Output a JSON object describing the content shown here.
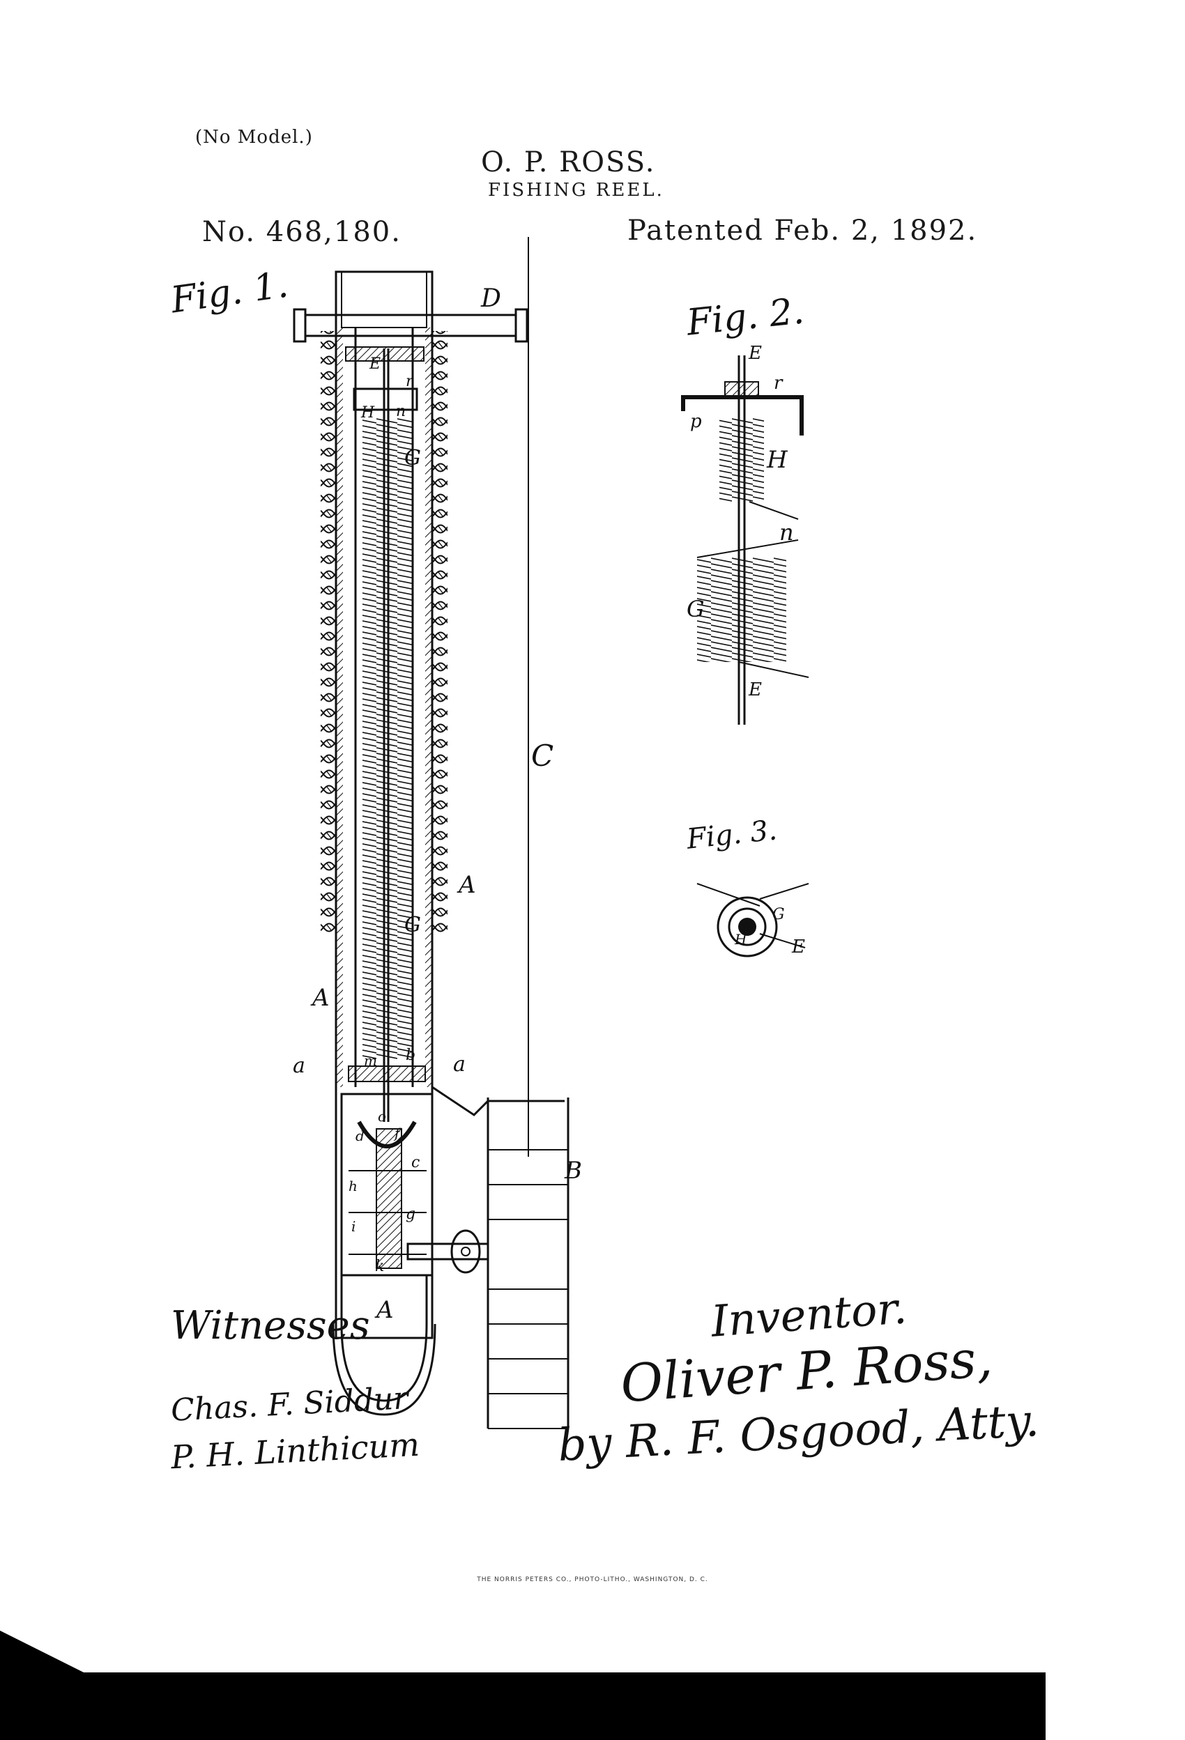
{
  "header": {
    "no_model": "(No Model.)",
    "inventor_name": "O. P. ROSS.",
    "title": "FISHING REEL.",
    "patent_no": "No. 468,180.",
    "patent_date": "Patented Feb. 2, 1892."
  },
  "figures": {
    "fig1": "Fig. 1.",
    "fig2": "Fig. 2.",
    "fig3": "Fig. 3."
  },
  "reference_letters": {
    "D": "D",
    "E": "E",
    "r": "r",
    "H": "H",
    "n": "n",
    "G": "G",
    "A": "A",
    "C": "C",
    "a": "a",
    "b": "b",
    "m": "m",
    "o": "o",
    "f": "f",
    "d": "d",
    "c": "c",
    "h": "h",
    "g": "g",
    "i": "i",
    "k": "k",
    "B": "B",
    "p": "p"
  },
  "signatures": {
    "witnesses_heading": "Witnesses",
    "witness_1": "Chas. F. Siddur",
    "witness_2": "P. H. Linthicum",
    "inventor_heading": "Inventor.",
    "inventor": "Oliver P. Ross,",
    "attorney": "by R. F. Osgood, Atty."
  },
  "footer": {
    "printer": "THE NORRIS PETERS CO., PHOTO-LITHO., WASHINGTON, D. C."
  }
}
